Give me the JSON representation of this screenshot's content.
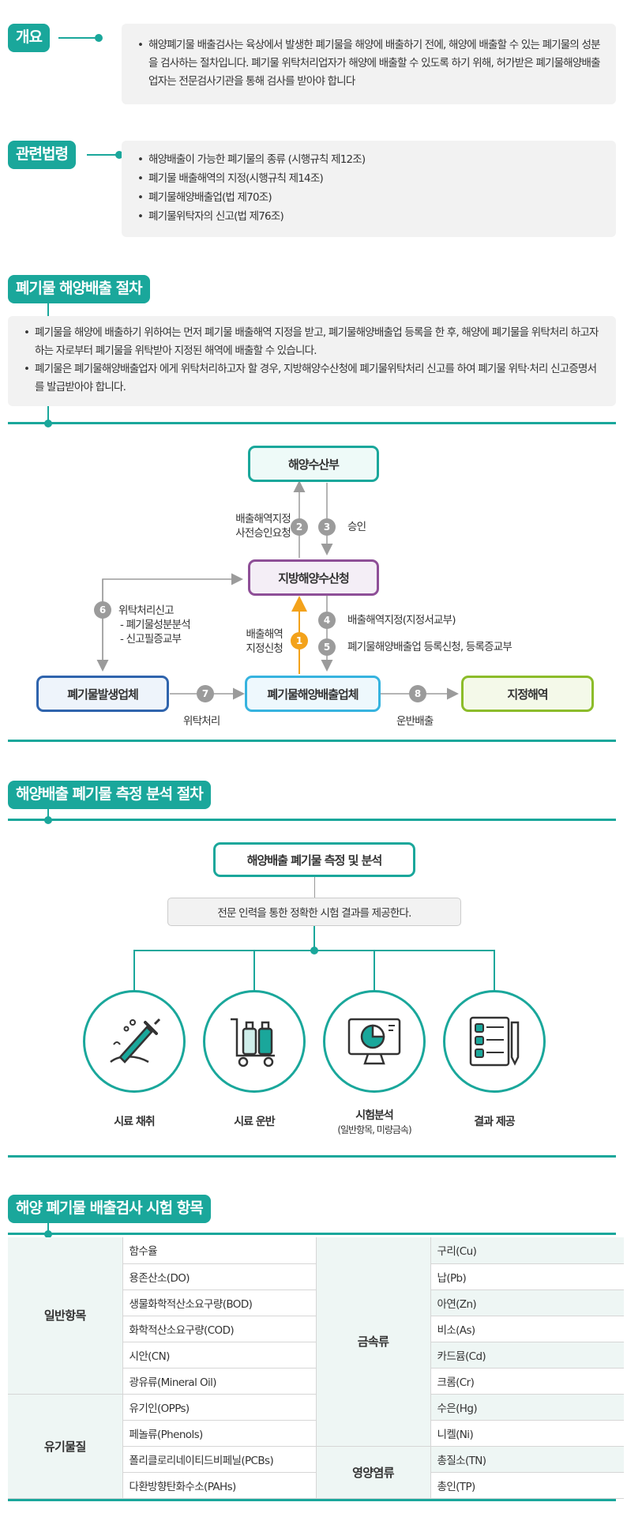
{
  "overview": {
    "tag": "개요",
    "text": "해양폐기물 배출검사는 육상에서 발생한 폐기물을 해양에 배출하기 전에, 해양에 배출할 수 있는 폐기물의 성분을 검사하는 절차입니다. 폐기물 위탁처리업자가 해양에 배출할 수 있도록 하기 위해, 허가받은 폐기물해양배출업자는 전문검사기관을 통해 검사를 받아야 합니다"
  },
  "laws": {
    "tag": "관련법령",
    "items": [
      "해양배출이 가능한 폐기물의 종류 (시행규칙 제12조)",
      "폐기물 배출해역의 지정(시행규칙 제14조)",
      "폐기물해양배출업(법 제70조)",
      "폐기물위탁자의 신고(법 제76조)"
    ]
  },
  "procedure": {
    "tag": "폐기물 해양배출 절차",
    "items": [
      "폐기물을 해양에 배출하기 위하여는 먼저 폐기물 배출해역 지정을 받고, 폐기물해양배출업 등록을 한 후, 해양에 폐기물을 위탁처리 하고자 하는 자로부터 폐기물을 위탁받아 지정된 해역에 배출할 수 있습니다.",
      "폐기물은 폐기물해양배출업자 에게 위탁처리하고자 할 경우, 지방해양수산청에 폐기물위탁처리 신고를 하여 폐기물 위탁·처리 신고증명서를 발급받아야 합니다."
    ],
    "flow": {
      "ministry": "해양수산부",
      "regional": "지방해양수산청",
      "generator": "폐기물발생업체",
      "discharger": "폐기물해양배출업체",
      "zone": "지정해역",
      "step1": {
        "num": "1",
        "label_a": "배출해역",
        "label_b": "지정신청"
      },
      "step2": {
        "num": "2",
        "label_a": "배출해역지정",
        "label_b": "사전승인요청"
      },
      "step3": {
        "num": "3",
        "label": "승인"
      },
      "step4": {
        "num": "4",
        "label": "배출해역지정(지정서교부)"
      },
      "step5": {
        "num": "5",
        "label": "폐기물해양배출업 등록신청, 등록증교부"
      },
      "step6": {
        "num": "6",
        "label_a": "위탁처리신고",
        "label_b": "- 폐기물성분분석",
        "label_c": "- 신고필증교부"
      },
      "step7": {
        "num": "7",
        "label": "위탁처리"
      },
      "step8": {
        "num": "8",
        "label": "운반배출"
      }
    },
    "colors": {
      "accent": "#1aa79b",
      "orange": "#f3a21b",
      "purple": "#8e4f97",
      "blue": "#2f64ad",
      "sky": "#36b3df",
      "green": "#8cbc2a"
    }
  },
  "analysis": {
    "tag": "해양배출 폐기물 측정 분석 절차",
    "title": "해양배출 폐기물 측정 및 분석",
    "subtitle": "전문 인력을 통한 정확한 시험 결과를 제공한다.",
    "steps": [
      {
        "label": "시료 채취",
        "icon": "dropper-icon"
      },
      {
        "label": "시료 운반",
        "icon": "cart-icon"
      },
      {
        "label": "시험분석",
        "sub": "(일반항목, 미량금속)",
        "icon": "monitor-chart-icon"
      },
      {
        "label": "결과 제공",
        "icon": "checklist-icon"
      }
    ]
  },
  "items": {
    "tag": "해양 폐기물 배출검사 시험 항목",
    "general": {
      "head": "일반항목",
      "rows": [
        "함수율",
        "용존산소(DO)",
        "생물화학적산소요구량(BOD)",
        "화학적산소요구량(COD)",
        "시안(CN)",
        "광유류(Mineral Oil)"
      ]
    },
    "organic": {
      "head": "유기물질",
      "rows": [
        "유기인(OPPs)",
        "페놀류(Phenols)",
        "폴리클로리네이티드비페닐(PCBs)",
        "다환방향탄화수소(PAHs)"
      ]
    },
    "metals": {
      "head": "금속류",
      "rows": [
        "구리(Cu)",
        "납(Pb)",
        "아연(Zn)",
        "비소(As)",
        "카드뮴(Cd)",
        "크롬(Cr)",
        "수은(Hg)",
        "니켈(Ni)"
      ]
    },
    "nutrients": {
      "head": "영양염류",
      "rows": [
        "총질소(TN)",
        "총인(TP)"
      ]
    }
  }
}
